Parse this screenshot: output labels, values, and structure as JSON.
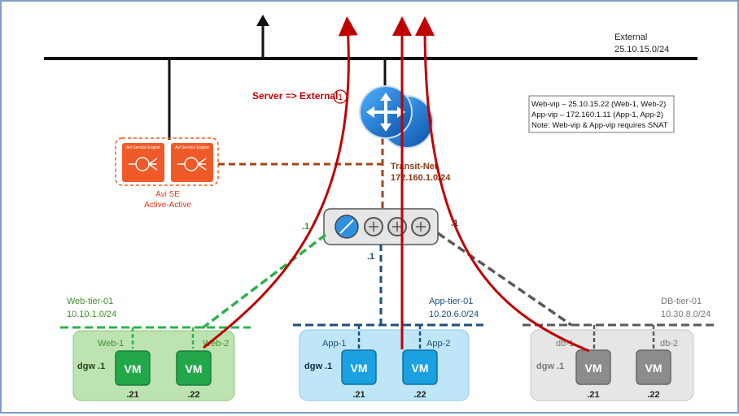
{
  "external": {
    "label": "External",
    "subnet": "25.10.15.0/24"
  },
  "flow": {
    "label": "Server => External",
    "step": "1"
  },
  "note": {
    "line1": "Web-vip – 25.10.15.22 (Web-1, Web-2)",
    "line2": "App-vip – 172.160.1.11 (App-1, App-2)",
    "line3": "Note: Web-vip & App-vip requires SNAT"
  },
  "avi": {
    "engine1_title": "Avi Service Engine",
    "engine2_title": "Avi Service Engine",
    "label1": "Avi SE",
    "label2": "Active-Active"
  },
  "transit": {
    "label": "Transit-Net",
    "subnet": "172.160.1.0/24"
  },
  "t1_ips": {
    "web": ".1",
    "app": ".1",
    "db": ".1"
  },
  "web": {
    "tier": "Web-tier-01",
    "subnet": "10.10.1.0/24",
    "dgw": "dgw .1",
    "vm1": {
      "name": "Web-1",
      "label": "VM",
      "ip": ".21"
    },
    "vm2": {
      "name": "Web-2",
      "label": "VM",
      "ip": ".22"
    }
  },
  "app": {
    "tier": "App-tier-01",
    "subnet": "10.20.6.0/24",
    "dgw": "dgw .1",
    "vm1": {
      "name": "App-1",
      "label": "VM",
      "ip": ".21"
    },
    "vm2": {
      "name": "App-2",
      "label": "VM",
      "ip": ".22"
    }
  },
  "db": {
    "tier": "DB-tier-01",
    "subnet": "10.30.8.0/24",
    "dgw": "dgw .1",
    "vm1": {
      "name": "db-1",
      "label": "VM",
      "ip": ".21"
    },
    "vm2": {
      "name": "db-2",
      "label": "VM",
      "ip": ".22"
    }
  },
  "colors": {
    "flow": "#c00000",
    "web": "#2bb24c",
    "app": "#1f4e79",
    "db": "#595959",
    "avi": "#f05a28",
    "transit": "#a0461b"
  }
}
